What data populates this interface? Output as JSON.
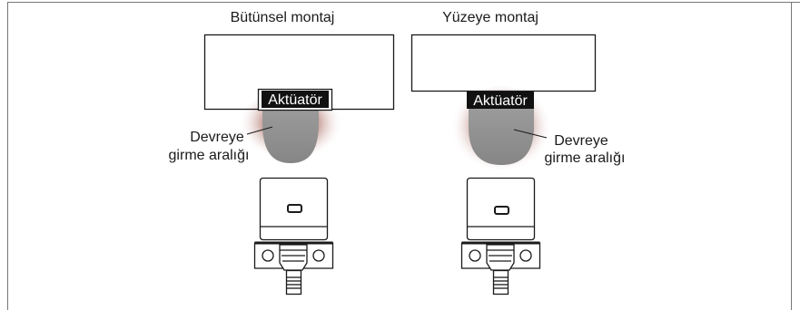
{
  "panels": [
    {
      "title": "Bütünsel montaj",
      "actuator_label": "Aktüatör",
      "range_label_1": "Devreye",
      "range_label_2": "girme aralığı"
    },
    {
      "title": "Yüzeye montaj",
      "actuator_label": "Aktüatör",
      "range_label_1": "Devreye",
      "range_label_2": "girme aralığı"
    }
  ],
  "colors": {
    "frame": "#5a5a5a",
    "outline": "#1a1a1a",
    "label_bg": "#111111",
    "range_fill": "#8f8f8f",
    "halo": "#d9b8b4"
  }
}
